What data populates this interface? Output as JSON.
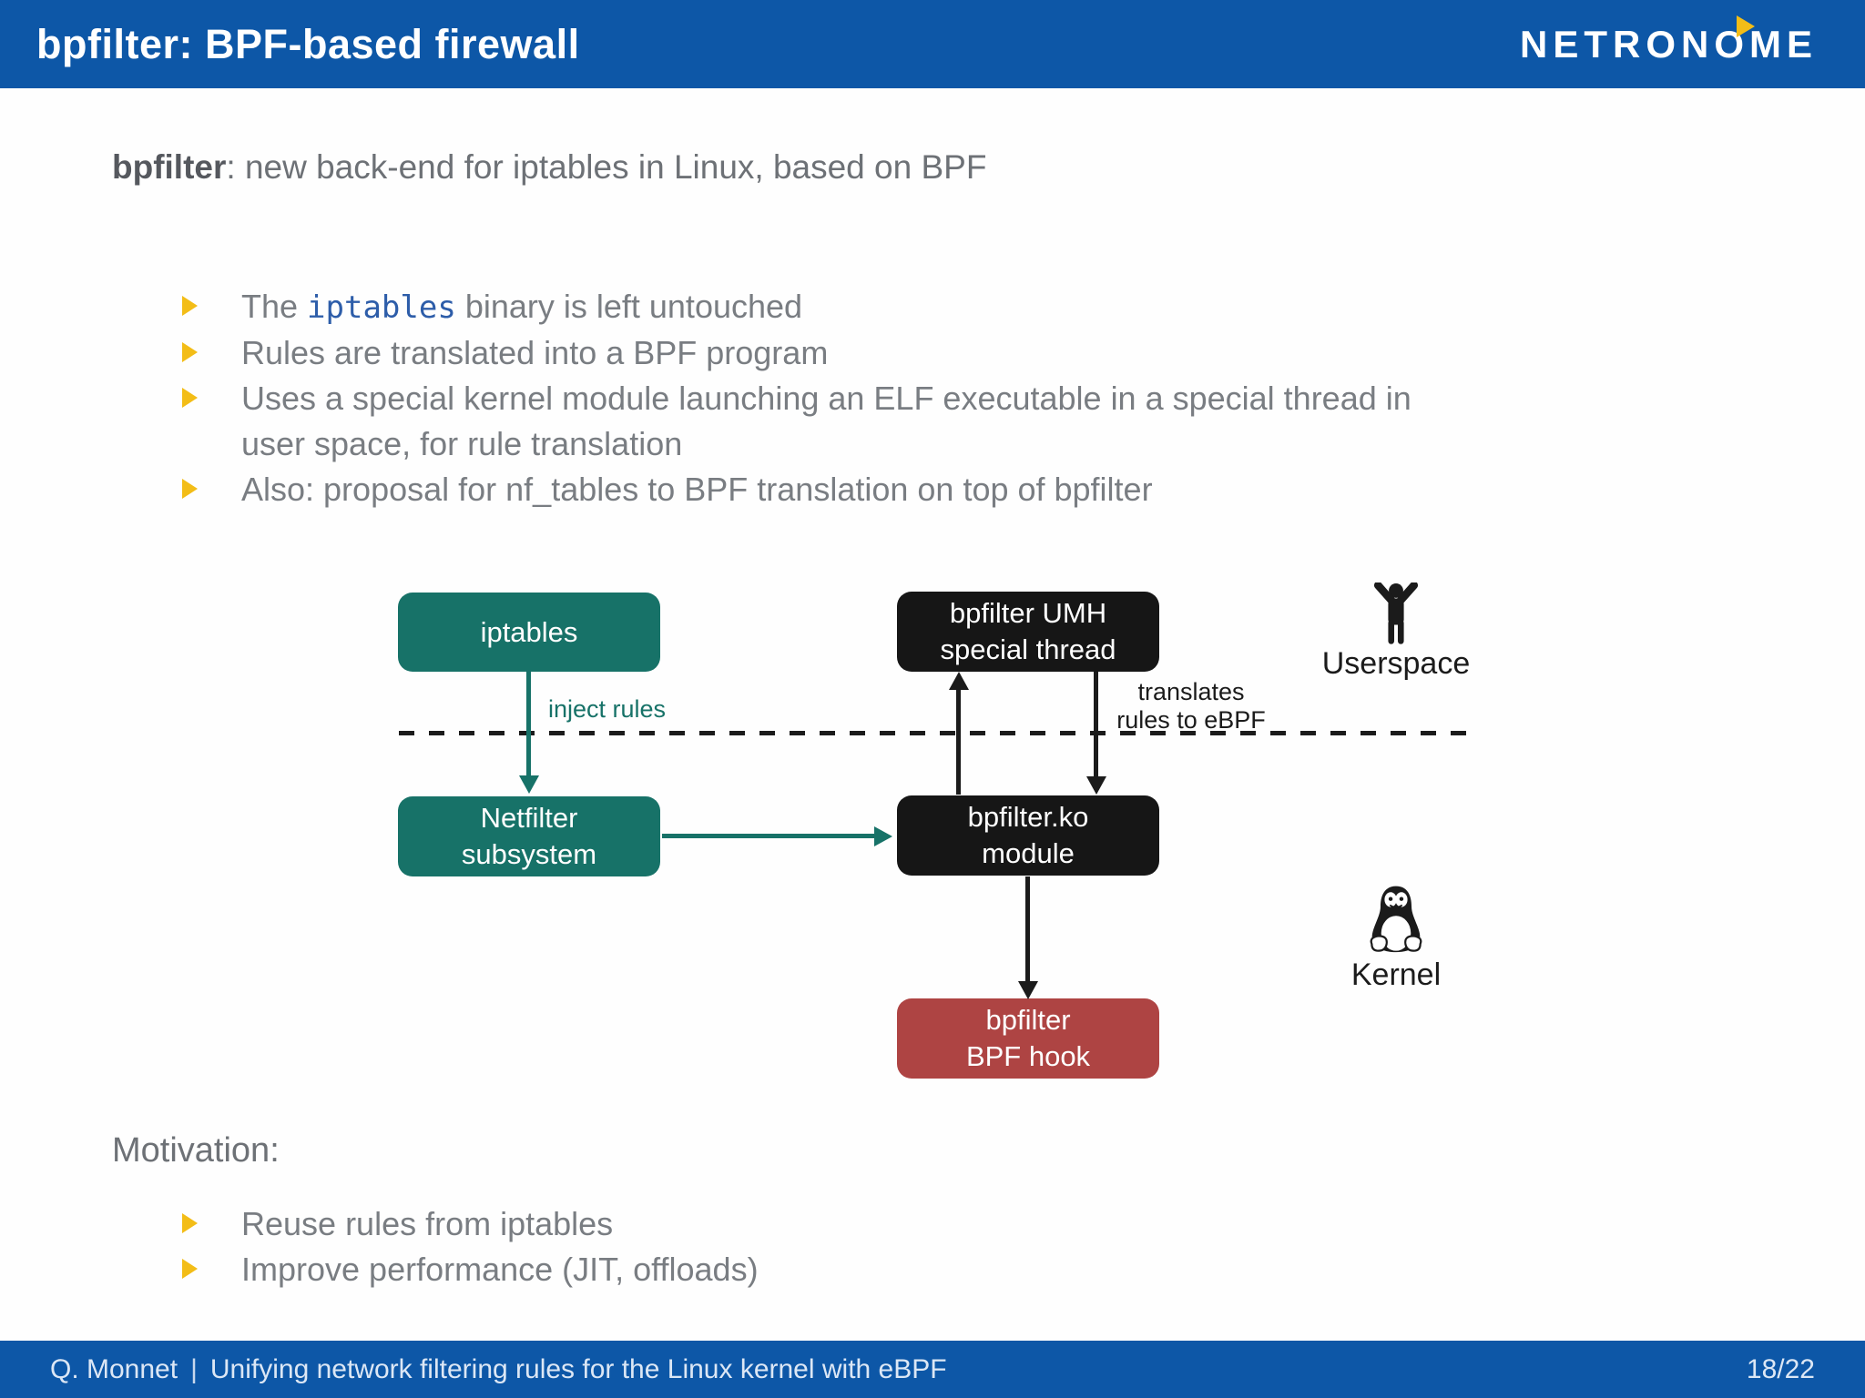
{
  "header": {
    "title": "bpfilter: BPF-based firewall",
    "logo": {
      "pre": "NETRON",
      "o": "O",
      "post": "ME"
    }
  },
  "intro": {
    "bold": "bpfilter",
    "rest": ": new back-end for iptables in Linux, based on BPF"
  },
  "bullets": [
    {
      "pre": "The ",
      "code": "iptables",
      "post": " binary is left untouched"
    },
    {
      "text": "Rules are translated into a BPF program"
    },
    {
      "line1": "Uses a special kernel module launching an ELF executable in a special thread in",
      "line2": "user space, for rule translation"
    },
    {
      "text": "Also: proposal for nf_tables to BPF translation on top of bpfilter"
    }
  ],
  "diagram": {
    "nodes": {
      "iptables": {
        "label": "iptables"
      },
      "umh": {
        "line1": "bpfilter UMH",
        "line2": "special thread"
      },
      "netfilter": {
        "line1": "Netfilter",
        "line2": "subsystem"
      },
      "ko": {
        "line1": "bpfilter.ko",
        "line2": "module"
      },
      "hook": {
        "line1": "bpfilter",
        "line2": "BPF hook"
      }
    },
    "labels": {
      "inject": "inject rules",
      "translates_line1": "translates",
      "translates_line2": "rules to eBPF",
      "userspace": "Userspace",
      "kernel": "Kernel"
    },
    "icons": {
      "userspace_icon": "person-arms-raised",
      "kernel_icon": "tux-penguin"
    },
    "colors": {
      "teal": "#177268",
      "black": "#161616",
      "red": "#ae4443",
      "header_blue": "#0d57a7",
      "bullet_gold": "#f3bd17"
    }
  },
  "motivation": {
    "heading": "Motivation:",
    "bullets": [
      {
        "text": "Reuse rules from iptables"
      },
      {
        "text": "Improve performance (JIT, offloads)"
      }
    ]
  },
  "footer": {
    "author": "Q. Monnet",
    "separator": "|",
    "talk_title": "Unifying network filtering rules for the Linux kernel with eBPF",
    "page": "18/22"
  }
}
